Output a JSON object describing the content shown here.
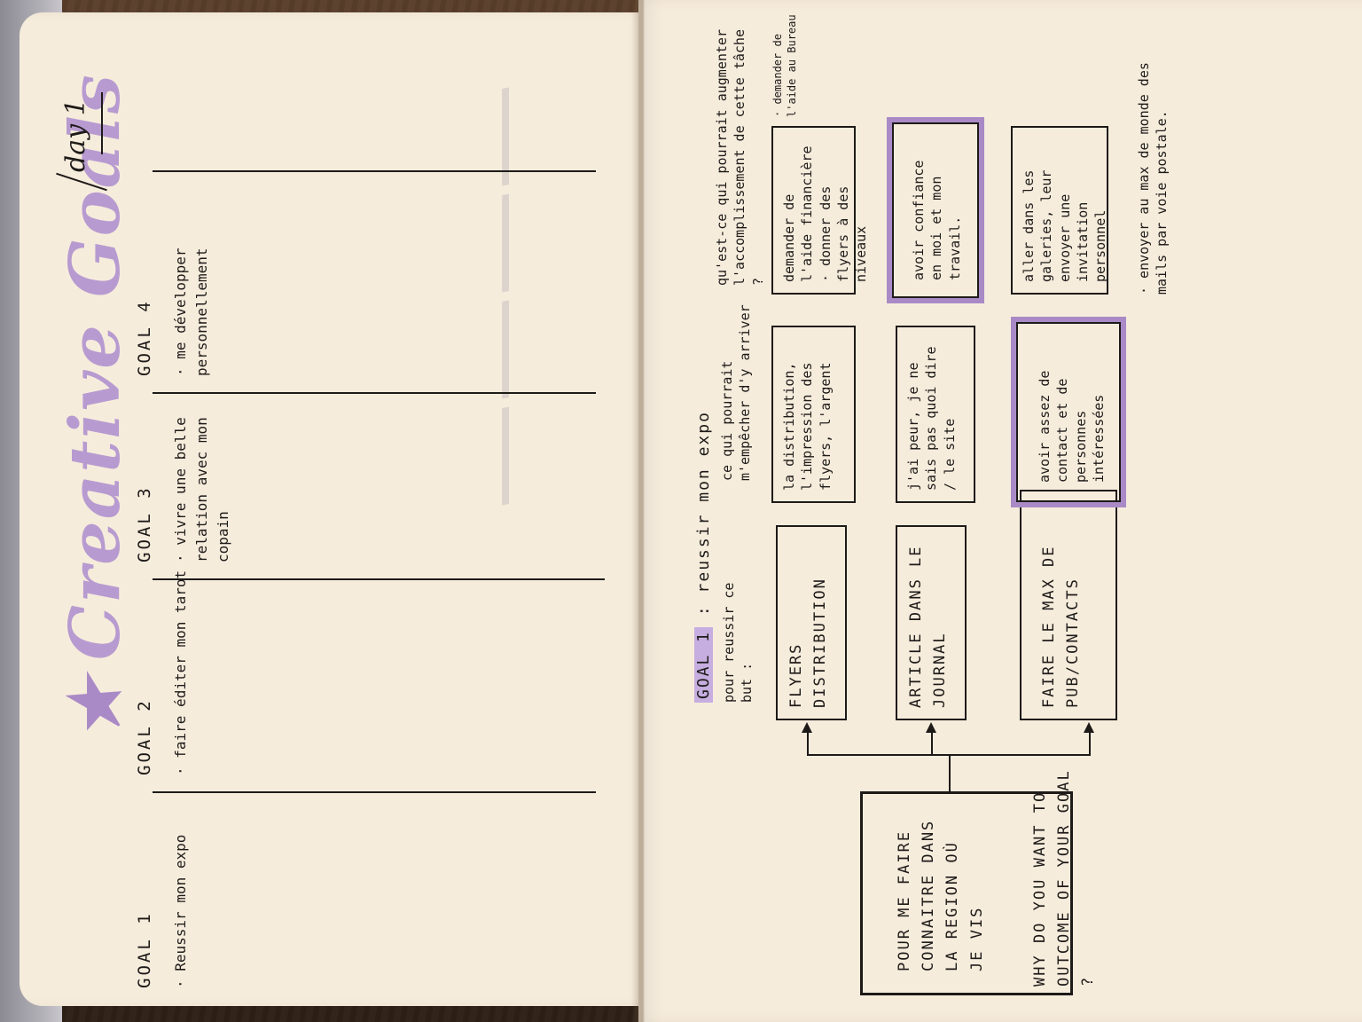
{
  "left_page": {
    "title": "Creative Goals",
    "title_star": "★",
    "day_label": "day 1",
    "goals": [
      {
        "title": "GOAL 1",
        "text": "· Reussir mon expo"
      },
      {
        "title": "GOAL 2",
        "text": "· faire éditer mon tarot"
      },
      {
        "title": "GOAL 3",
        "text": "· vivre une belle relation avec mon copain"
      },
      {
        "title": "GOAL 4",
        "text": "· me développer personnellement"
      }
    ]
  },
  "right_page": {
    "question_why": "WHY DO YOU WANT TO OUTCOME OF YOUR GOAL ?",
    "why_answer": "POUR ME FAIRE CONNAITRE DANS LA REGION OÙ JE VIS",
    "goal1_label": "GOAL 1",
    "goal1_text": ": reussir mon expo",
    "col_headers": {
      "how": "pour reussir ce but :",
      "obstacles": "ce qui pourrait m'empêcher d'y arriver",
      "helpers": "qu'est-ce qui pourrait augmenter l'accomplissement de cette tâche ?"
    },
    "rows": [
      {
        "action": "FLYERS DISTRIBUTION",
        "obstacle": "la distribution, l'impression des flyers, l'argent",
        "helper": "demander de l'aide financière · donner des flyers à des niveaux",
        "side_note": "· demander de l'aide au Bureau"
      },
      {
        "action": "ARTICLE DANS LE JOURNAL",
        "obstacle": "j'ai peur, je ne sais pas quoi dire / le site",
        "helper": "avoir confiance en moi et mon travail."
      },
      {
        "action": "FAIRE LE MAX DE PUB/CONTACTS",
        "obstacle": "avoir assez de contact et de personnes intéressées",
        "helper": "aller dans les galeries, leur envoyer une invitation personnel",
        "extra": "· envoyer au max de monde des mails par voie postale."
      }
    ]
  }
}
